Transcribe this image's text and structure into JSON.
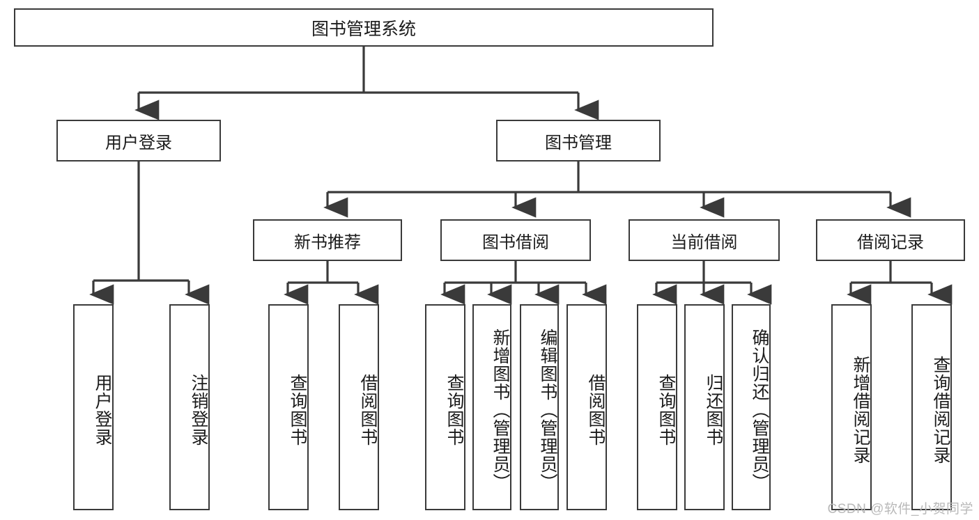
{
  "diagram": {
    "title_node": {
      "label": "图书管理系统"
    },
    "level2": [
      {
        "id": "user-login",
        "label": "用户登录"
      },
      {
        "id": "book-management",
        "label": "图书管理"
      }
    ],
    "level3": [
      {
        "id": "new-book-recommend",
        "label": "新书推荐"
      },
      {
        "id": "book-borrow",
        "label": "图书借阅"
      },
      {
        "id": "current-borrow",
        "label": "当前借阅"
      },
      {
        "id": "borrow-record",
        "label": "借阅记录"
      }
    ],
    "leaves": [
      {
        "id": "user-login-leaf",
        "label": "用户登录"
      },
      {
        "id": "logout-leaf",
        "label": "注销登录"
      },
      {
        "id": "query-book-1",
        "label": "查询图书"
      },
      {
        "id": "borrow-book-1",
        "label": "借阅图书"
      },
      {
        "id": "query-book-2",
        "label": "查询图书"
      },
      {
        "id": "add-book-admin",
        "label": "新增图书（管理员）"
      },
      {
        "id": "edit-book-admin",
        "label": "编辑图书（管理员）"
      },
      {
        "id": "borrow-book-2",
        "label": "借阅图书"
      },
      {
        "id": "query-book-3",
        "label": "查询图书"
      },
      {
        "id": "return-book",
        "label": "归还图书"
      },
      {
        "id": "confirm-return-admin",
        "label": "确认归还（管理员）"
      },
      {
        "id": "add-borrow-record",
        "label": "新增借阅记录"
      },
      {
        "id": "query-borrow-record",
        "label": "查询借阅记录"
      }
    ]
  },
  "watermark": {
    "text": "CSDN @软件_小贺同学"
  },
  "colors": {
    "border": "#3a3a3a",
    "text": "#1b1b1b",
    "background": "#ffffff",
    "watermark": "#b9b9b9"
  }
}
